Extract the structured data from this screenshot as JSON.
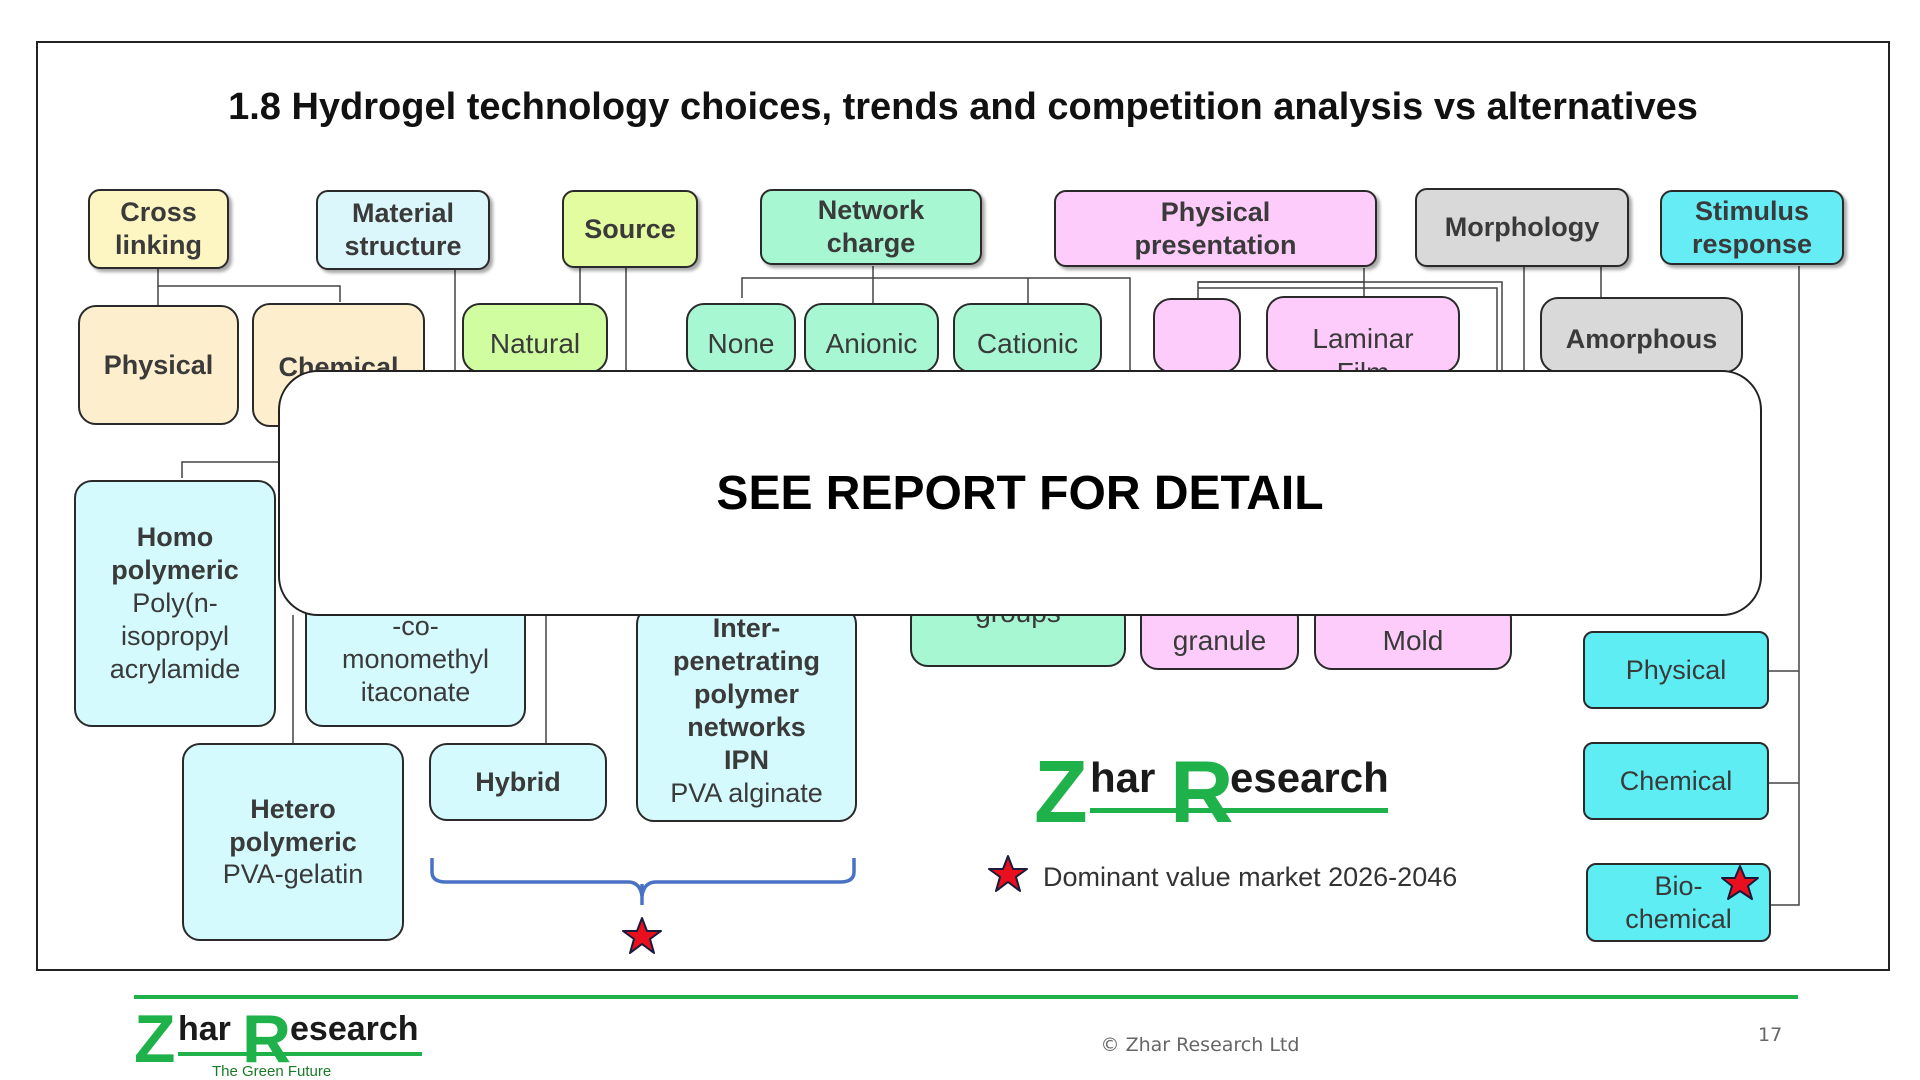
{
  "title": "1.8 Hydrogel technology choices, trends and competition analysis vs alternatives",
  "headers": {
    "cross_linking": "Cross linking",
    "material_structure": "Material structure",
    "source": "Source",
    "network_charge": "Network charge",
    "physical_presentation": "Physical presentation",
    "morphology": "Morphology",
    "stimulus_response": "Stimulus response"
  },
  "nodes": {
    "physical": "Physical",
    "chemical": "Chemical",
    "natural": "Natural",
    "none": "None",
    "anionic": "Anionic",
    "cationic": "Cationic",
    "laminar_film": "Laminar Film",
    "amorphous": "Amorphous",
    "homo_title": "Homo polymeric",
    "homo_example": "Poly(n-isopropyl acrylamide",
    "co_partial": "-co-monomethyl itaconate",
    "hetero_title": "Hetero polymeric",
    "hetero_example": "PVA-gelatin",
    "hybrid": "Hybrid",
    "ipn_title": "Inter-penetrating polymer networks IPN",
    "ipn_example": "PVA alginate",
    "groups_partial": "groups",
    "granule": "granule",
    "mold": "Mold",
    "stim_physical": "Physical",
    "stim_chemical": "Chemical",
    "stim_biochemical": "Bio-chemical"
  },
  "overlay_text": "SEE REPORT FOR DETAIL",
  "legend": {
    "star_icon": "red-star-icon",
    "text": "Dominant value market 2026-2046"
  },
  "logo": {
    "letter_z": "Z",
    "har": "har",
    "letter_r": "R",
    "esearch": "esearch",
    "tagline": "The Green Future"
  },
  "footer": {
    "copyright": "© Zhar Research Ltd",
    "page_number": "17"
  },
  "colors": {
    "brand_green": "#1fb24a",
    "star_red": "#e8101e",
    "brace_blue": "#4a72c4"
  }
}
